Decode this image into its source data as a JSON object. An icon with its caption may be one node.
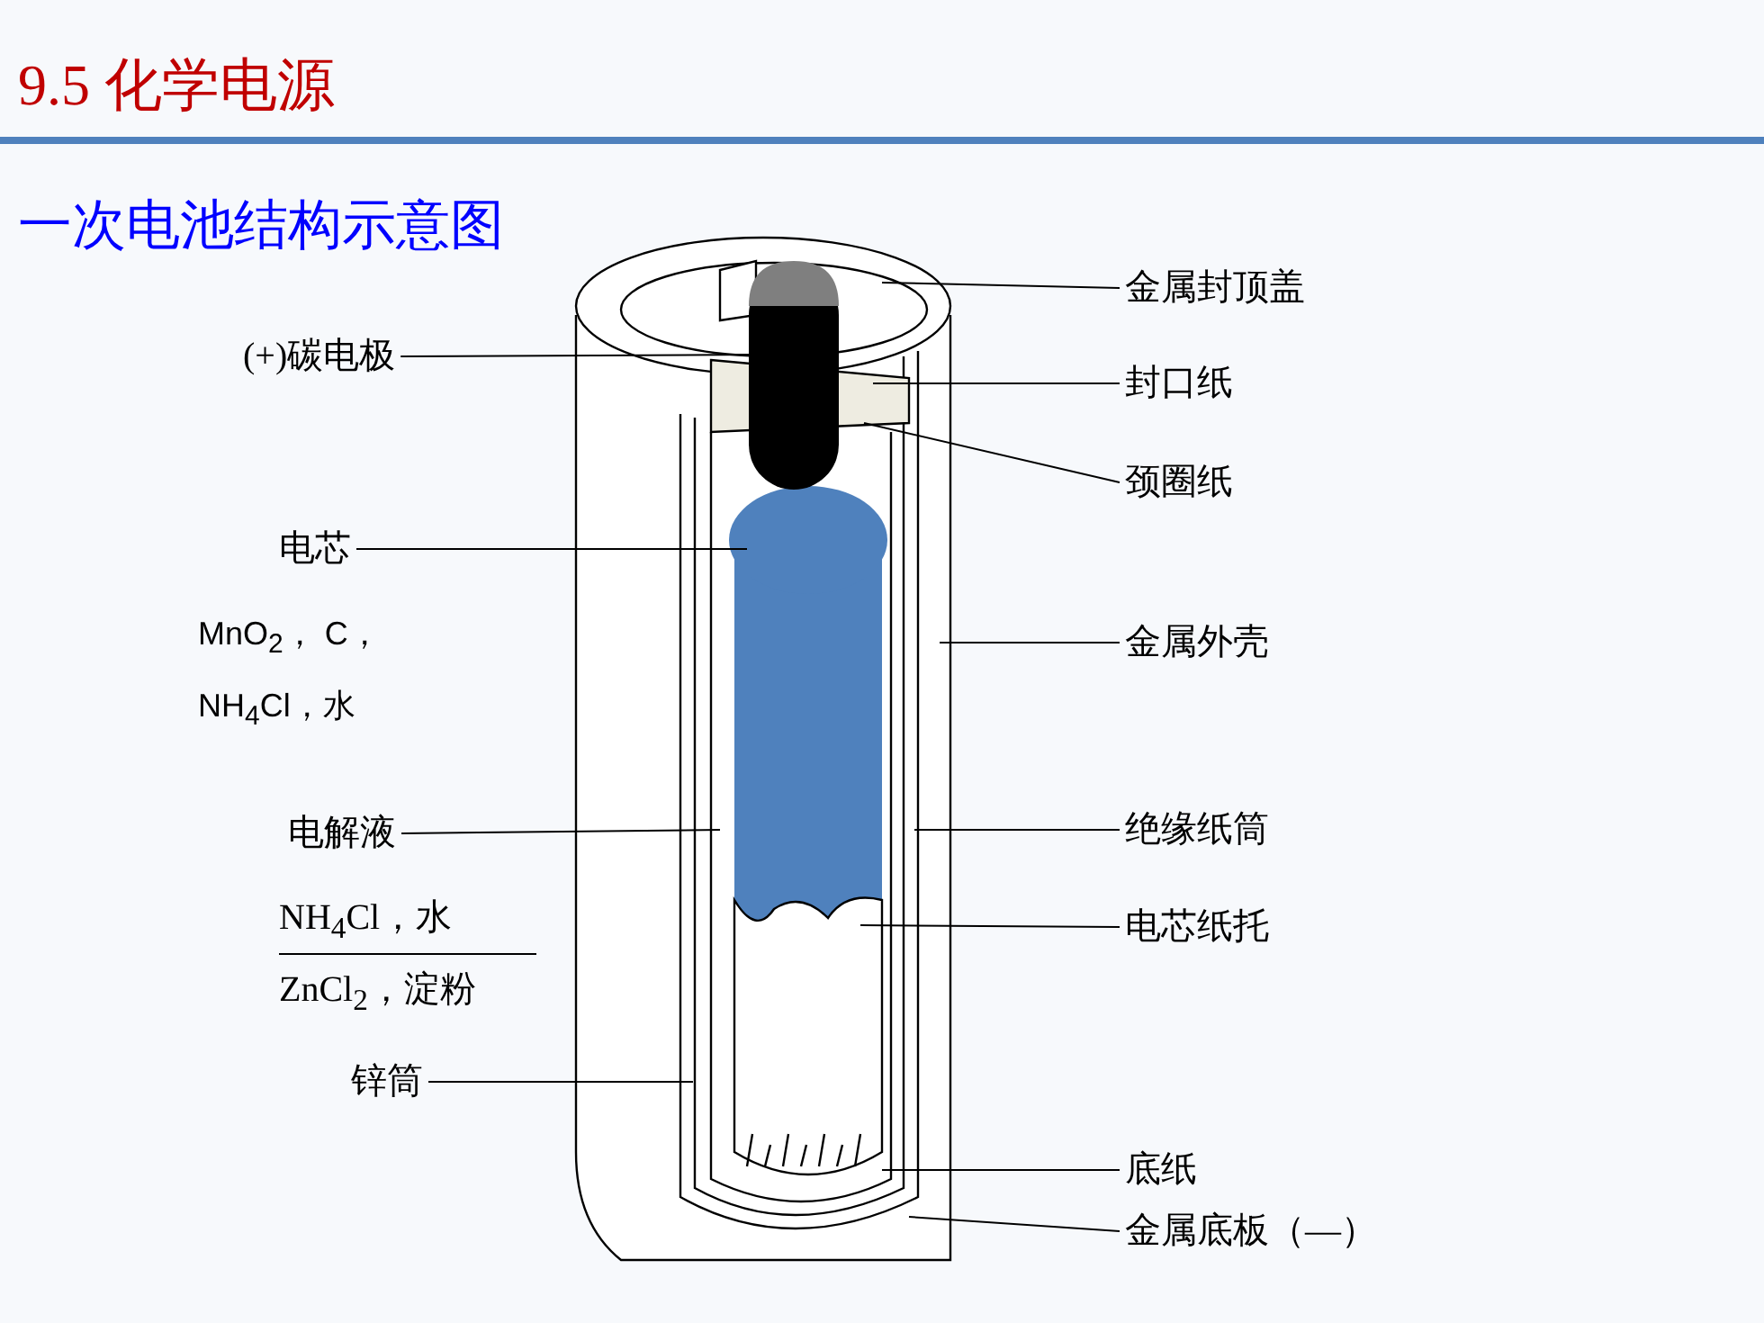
{
  "diagram": {
    "title": "9.5 化学电源",
    "nodes": [
      {
        "text": [
          "(+)碳电极"
        ]
      },
      {
        "text": [
          "电芯"
        ]
      },
      {
        "text": [
          "电解液"
        ]
      },
      {
        "text": [
          "锌筒"
        ]
      },
      {
        "text": [
          "金属封顶盖"
        ]
      },
      {
        "text": [
          "封口纸"
        ]
      },
      {
        "text": [
          "颈圈纸"
        ]
      },
      {
        "text": [
          "金属外壳"
        ]
      },
      {
        "text": [
          "绝缘纸筒"
        ]
      },
      {
        "text": [
          "电芯纸托"
        ]
      },
      {
        "text": [
          "底纸"
        ]
      },
      {
        "text": [
          "金属底板（—）"
        ]
      }
    ],
    "edges": [
      {
        "from": 0,
        "to": null,
        "arrow": "none"
      },
      {
        "from": 1,
        "to": null,
        "arrow": "none"
      },
      {
        "from": 2,
        "to": null,
        "arrow": "none"
      },
      {
        "from": 3,
        "to": null,
        "arrow": "none"
      },
      {
        "from": 4,
        "to": null,
        "arrow": "none"
      },
      {
        "from": 5,
        "to": null,
        "arrow": "none"
      },
      {
        "from": 6,
        "to": null,
        "arrow": "none"
      },
      {
        "from": 7,
        "to": null,
        "arrow": "none"
      },
      {
        "from": 8,
        "to": null,
        "arrow": "none"
      },
      {
        "from": 9,
        "to": null,
        "arrow": "none"
      },
      {
        "from": 10,
        "to": null,
        "arrow": "none"
      },
      {
        "from": 11,
        "to": null,
        "arrow": "none"
      }
    ],
    "labels": [
      "一次电池结构示意图",
      "MnO$_{2}$， C，",
      "NH$_{4}$Cl，水",
      "NH$_{4}$Cl，水",
      "ZnCl$_{2}$，淀粉"
    ]
  }
}
